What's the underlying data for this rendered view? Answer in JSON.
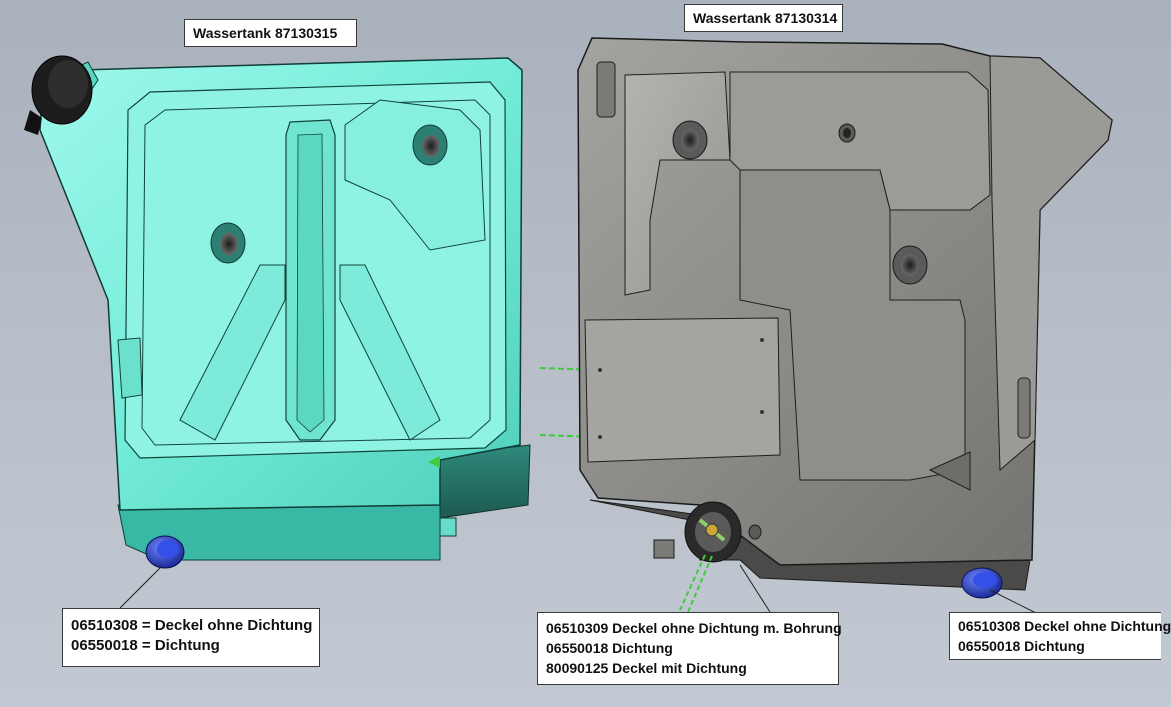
{
  "tank_left": {
    "title": "Wassertank 87130315",
    "labels": [
      "06510308 = Deckel ohne Dichtung",
      "06550018 = Dichtung"
    ]
  },
  "tank_right": {
    "title": "Wassertank 87130314",
    "labels_center": [
      "06510309 Deckel ohne Dichtung m. Bohrung",
      "06550018 Dichtung",
      "80090125 Deckel mit Dichtung"
    ],
    "labels_right": [
      "06510308 Deckel ohne Dichtung",
      "06550018 Dichtung"
    ]
  },
  "colors": {
    "background": "#b6bdc7",
    "left_tank": "#7cf0df",
    "right_tank": "#8b8b88",
    "cap": "#2a3db8",
    "marker": "#3ecb3e"
  }
}
